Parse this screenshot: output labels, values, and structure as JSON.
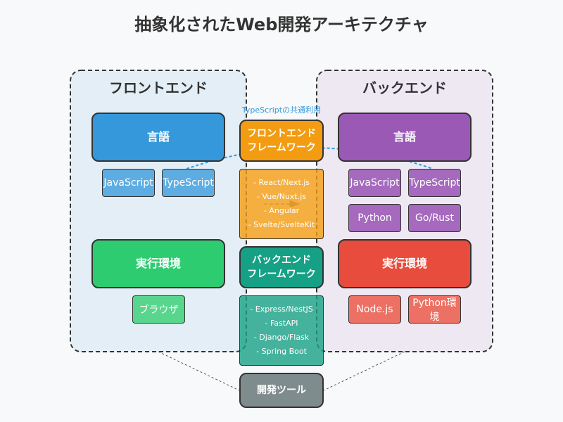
{
  "title": "抽象化されたWeb開発アーキテクチャ",
  "frontend": {
    "label": "フロントエンド",
    "language_box": "言語",
    "languages": [
      "JavaScript",
      "TypeScript"
    ],
    "runtime_box": "実行環境",
    "runtimes": [
      "ブラウザ"
    ]
  },
  "backend": {
    "label": "バックエンド",
    "language_box": "言語",
    "languages": [
      "JavaScript",
      "TypeScript",
      "Python",
      "Go/Rust"
    ],
    "runtime_box": "実行環境",
    "runtimes": [
      "Node.js",
      "Python環境"
    ]
  },
  "frontend_framework": {
    "lines": [
      "フロントエンド",
      "フレームワーク"
    ],
    "items": [
      "- React/Next.js",
      "- Vue/Nuxt.js",
      "- Angular",
      "- Svelte/SvelteKit"
    ]
  },
  "backend_framework": {
    "lines": [
      "バックエンド",
      "フレームワーク"
    ],
    "items": [
      "- Express/NestJS",
      "- FastAPI",
      "- Django/Flask",
      "- Spring Boot"
    ]
  },
  "dev_tools": "開発ツール",
  "typescript_note": "TypeScriptの共通利用",
  "colors": {
    "frontend_language": "#3498db",
    "frontend_chip": "#5dade2",
    "backend_language": "#9b59b6",
    "backend_chip": "#a569bd",
    "frontend_runtime": "#2ecc71",
    "frontend_runtime_chip": "#58d68d",
    "backend_runtime": "#e74c3c",
    "backend_runtime_chip": "#ec7063",
    "frontend_framework": "#f39c12",
    "backend_framework": "#16a085",
    "dev_tools": "#7f8c8d"
  }
}
